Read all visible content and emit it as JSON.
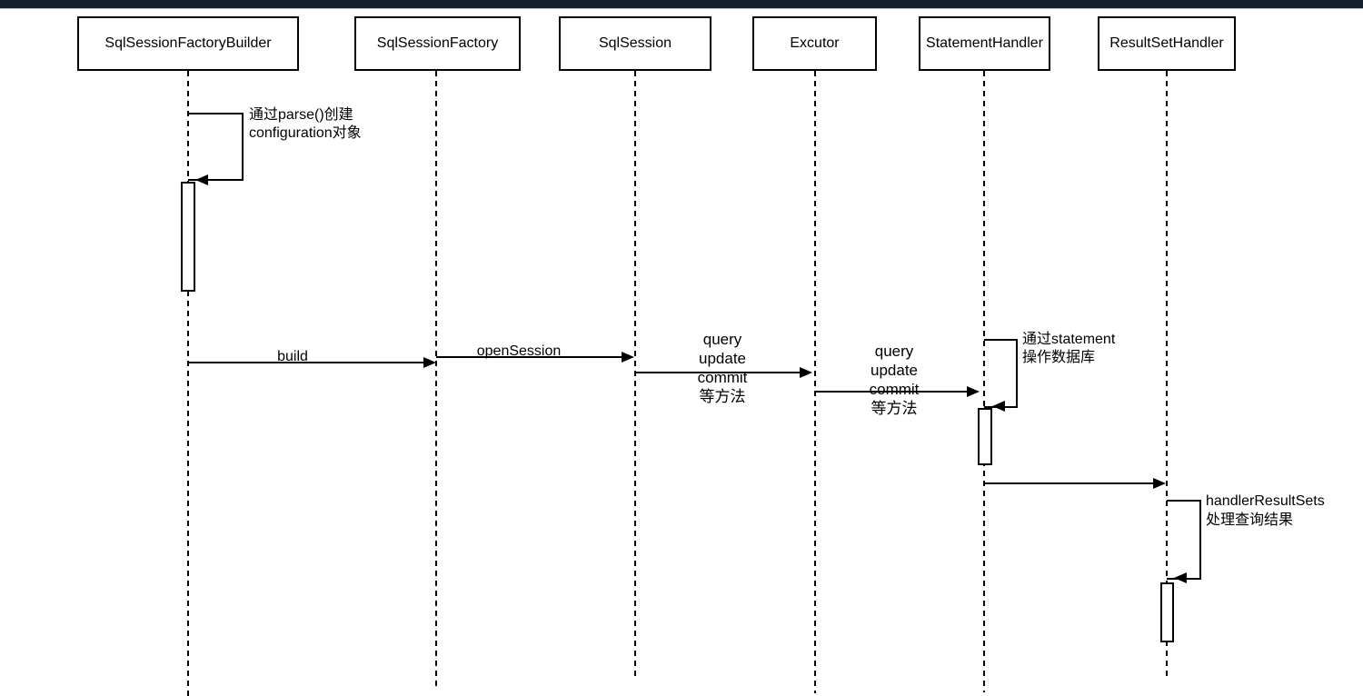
{
  "window": {
    "top_bar_color": "#13202d"
  },
  "diagram": {
    "type": "uml-sequence-diagram",
    "background_color": "#ffffff",
    "line_color": "#000000"
  },
  "participants": [
    {
      "label": "SqlSessionFactoryBuilder"
    },
    {
      "label": "SqlSessionFactory"
    },
    {
      "label": "SqlSession"
    },
    {
      "label": "Excutor"
    },
    {
      "label": "StatementHandler"
    },
    {
      "label": "ResultSetHandler"
    }
  ],
  "messages": {
    "parse_note": {
      "line1": "通过parse()创建",
      "line2": "configuration对象"
    },
    "build": "build",
    "open_session": "openSession",
    "query1": {
      "line1": "query",
      "line2": "update",
      "line3": "commit",
      "line4": "等方法"
    },
    "query2": {
      "line1": "query",
      "line2": "update",
      "line3": "commit",
      "line4": "等方法"
    },
    "statement_note": {
      "line1": "通过statement",
      "line2": "操作数据库"
    },
    "result_note": {
      "line1": "handlerResultSets",
      "line2": "处理查询结果"
    }
  }
}
